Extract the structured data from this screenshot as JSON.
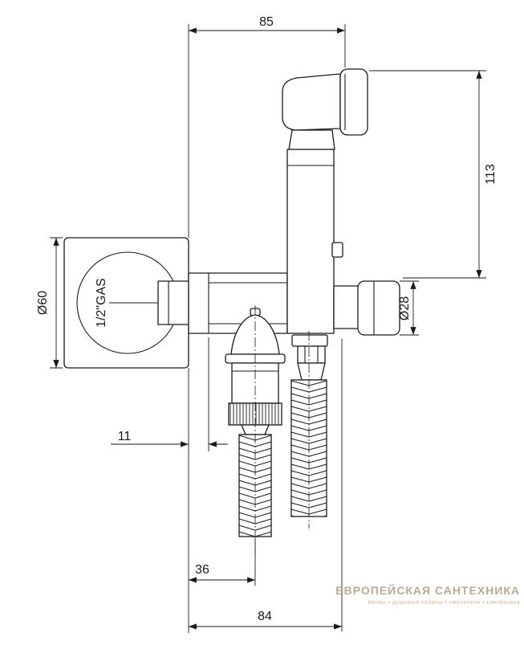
{
  "dimensions": {
    "top_width": "85",
    "height_right": "113",
    "plate_diameter": "Ø60",
    "thread_label": "1/2\"GAS",
    "holder_diameter": "Ø28",
    "offset_left": "11",
    "hose_offset": "36",
    "bottom_width": "84"
  },
  "watermark": {
    "line1": "ЕВРОПЕЙСКАЯ САНТЕХНИКА",
    "line2": "ванны • душевые кабины • смесители • сантехника"
  },
  "colors": {
    "line": "#1a1a1a",
    "background": "#ffffff",
    "watermark_primary": "#b5a089",
    "watermark_secondary": "#c7b295"
  }
}
